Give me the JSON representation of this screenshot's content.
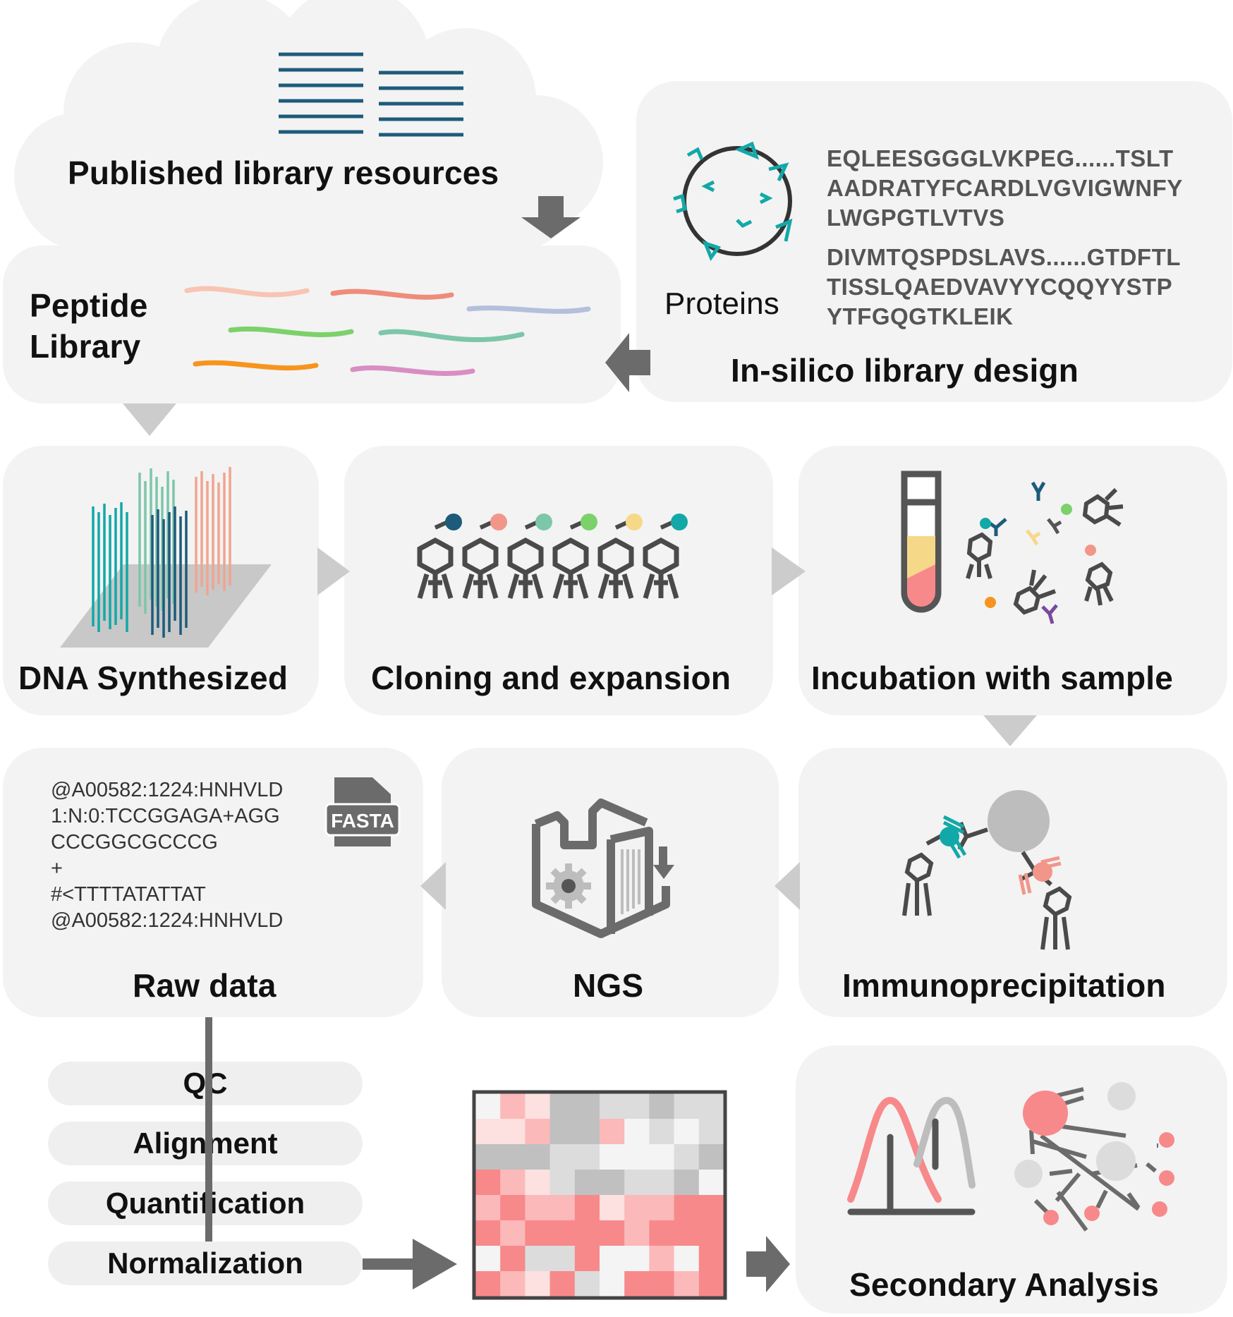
{
  "colors": {
    "panel": "#f3f3f3",
    "doc_lines": "#1d5b7a",
    "arrow_dark": "#6b6b6b",
    "arrow_light": "#cccccc",
    "teal": "#13a8a8",
    "salmon": "#f2968a",
    "pink": "#f7898b",
    "gray_icon": "#4a4a4a"
  },
  "icons": [
    "document-lines-icon",
    "protein-icon",
    "peptide-strands-icon",
    "dna-array-icon",
    "phage-icon",
    "test-tube-icon",
    "antibody-icon",
    "fasta-file-icon",
    "sequencer-icon",
    "gear-icon",
    "heatmap-icon",
    "density-plot-icon",
    "network-icon"
  ],
  "nodes": {
    "published": "Published library resources",
    "peptide_line1": "Peptide",
    "peptide_line2": "Library",
    "proteins": "Proteins",
    "insilico": "In-silico library design",
    "dna": "DNA Synthesized",
    "cloning": "Cloning and expansion",
    "incubation": "Incubation with sample",
    "raw": "Raw data",
    "ngs": "NGS",
    "immuno": "Immunoprecipitation",
    "secondary": "Secondary Analysis",
    "fasta": "FASTA"
  },
  "sequences": {
    "heavy": [
      "EQLEESGGGLVKPEG......TSLT",
      "AADRATYFCARDLVGVIGWNFY",
      "LWGPGTLVTVS"
    ],
    "light": [
      "DIVMTQSPDSLAVS......GTDFTL",
      "TISSLQAEDVAVYYCQQYYSTP",
      "YTFGQGTKLEIK"
    ]
  },
  "raw_reads": [
    "@A00582:1224:HNHVLD",
    "1:N:0:TCCGGAGA+AGG",
    "CCCGGCGCCCG",
    "+",
    "#<TTTTATATTAT",
    "@A00582:1224:HNHVLD"
  ],
  "pipeline_steps": [
    "QC",
    "Alignment",
    "Quantification",
    "Normalization"
  ]
}
